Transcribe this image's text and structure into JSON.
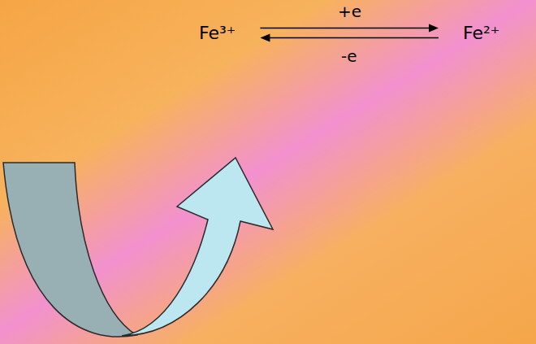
{
  "diagram": {
    "nodes": [
      {
        "text": [
          "Fe³⁺"
        ]
      },
      {
        "text": [
          "Fe²⁺"
        ]
      }
    ],
    "edges": [
      {
        "from": 0,
        "to": 1,
        "label": "+e",
        "arrow": "to"
      },
      {
        "from": 1,
        "to": 0,
        "label": "-e",
        "arrow": "to"
      }
    ]
  }
}
